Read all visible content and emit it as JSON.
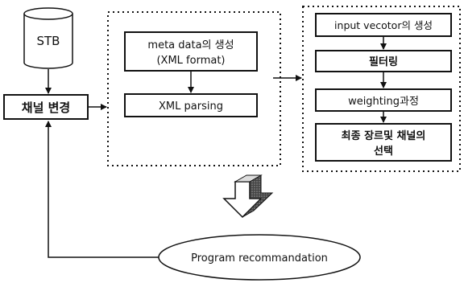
{
  "nodes": {
    "stb": "STB",
    "channel_change": "채널 변경",
    "meta_data_line1": "meta data의 생성",
    "meta_data_line2": "(XML format)",
    "xml_parsing": "XML parsing",
    "input_vector": "input vecotor의 생성",
    "filtering": "필터링",
    "weighting": "weighting과정",
    "final_select_line1": "최종 장르및 채널의",
    "final_select_line2": "선택",
    "program_recommendation": "Program recommandation"
  }
}
